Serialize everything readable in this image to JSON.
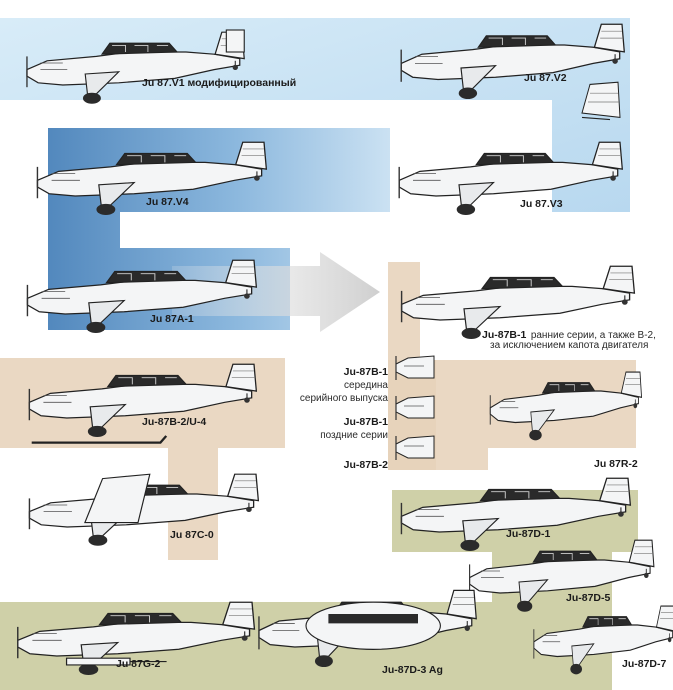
{
  "colors": {
    "light_blue": "#cfe6f5",
    "mid_blue": "#8bbbe0",
    "deep_blue": "#4b86bf",
    "tan": "#ead8c3",
    "olive": "#cfd0a8",
    "arrow": "#d9d9d9",
    "aircraft_fill": "#f4f5f6",
    "aircraft_line": "#222222"
  },
  "aircraft": [
    {
      "id": "v1",
      "icon": "ju87-v1-twin-fin-icon",
      "label": "Ju 87.V1 модифицированный"
    },
    {
      "id": "v2",
      "icon": "ju87-v2-icon",
      "label": "Ju 87.V2"
    },
    {
      "id": "v4",
      "icon": "ju87-v4-icon",
      "label": "Ju 87.V4"
    },
    {
      "id": "v3",
      "icon": "ju87-v3-icon",
      "label": "Ju 87.V3"
    },
    {
      "id": "a1",
      "icon": "ju87a-1-icon",
      "label": "Ju 87A-1"
    },
    {
      "id": "b1",
      "icon": "ju87b-1-icon",
      "label": "Ju-87B-1",
      "note_line1": "ранние серии, а также В-2,",
      "note_line2": "за исключением капота двигателя"
    },
    {
      "id": "b2u4",
      "icon": "ju87b-2-u-4-ski-icon",
      "label": "Ju-87B-2/U-4"
    },
    {
      "id": "r2",
      "icon": "ju87r-2-icon",
      "label": "Ju 87R-2"
    },
    {
      "id": "c0",
      "icon": "ju87c-0-folded-wing-icon",
      "label": "Ju 87C-0"
    },
    {
      "id": "d1",
      "icon": "ju87d-1-icon",
      "label": "Ju-87D-1"
    },
    {
      "id": "d5",
      "icon": "ju87d-5-icon",
      "label": "Ju-87D-5"
    },
    {
      "id": "g2",
      "icon": "ju87g-2-gunpod-icon",
      "label": "Ju 87G-2"
    },
    {
      "id": "d3ag",
      "icon": "ju87d-3-ag-glider-icon",
      "label": "Ju-87D-3 Ag"
    },
    {
      "id": "d7",
      "icon": "ju87d-7-icon",
      "label": "Ju-87D-7"
    }
  ],
  "details": {
    "b1_mid_label": "Ju-87B-1",
    "b1_mid_line1": "середина",
    "b1_mid_line2": "серийного выпуска",
    "b1_late_label": "Ju-87B-1",
    "b1_late_line1": "поздние серии",
    "b2_label": "Ju-87B-2"
  }
}
